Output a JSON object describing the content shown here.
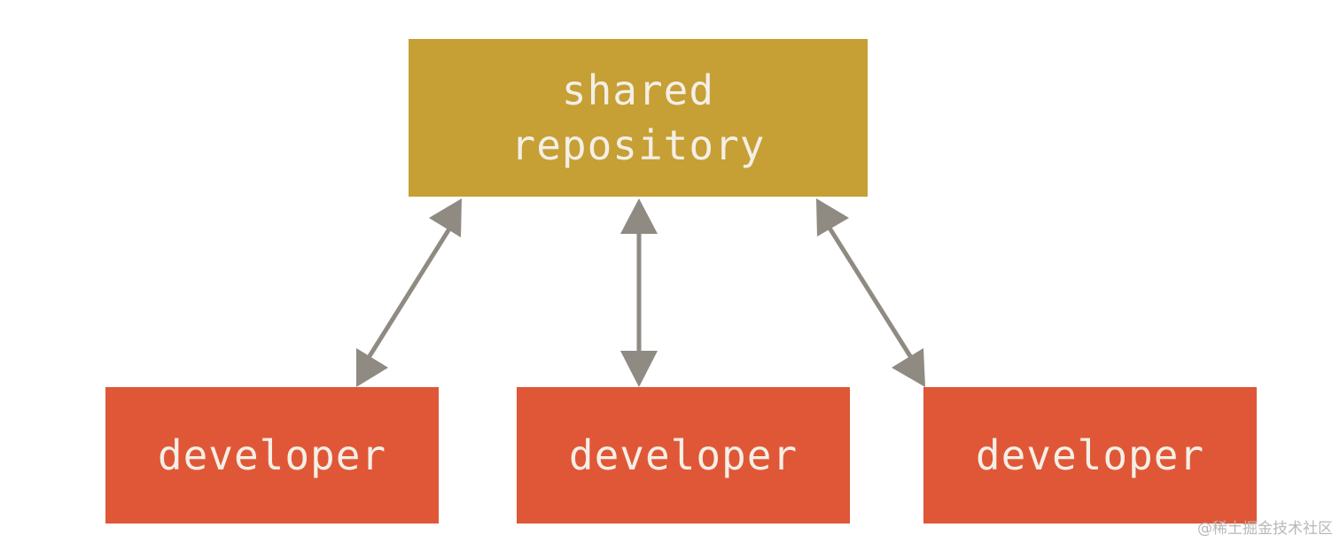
{
  "repository": {
    "line1": "shared",
    "line2": "repository"
  },
  "developers": [
    {
      "label": "developer"
    },
    {
      "label": "developer"
    },
    {
      "label": "developer"
    }
  ],
  "watermark": "@稀土掘金技术社区",
  "colors": {
    "repository_fill": "#c69f35",
    "developer_fill": "#e05737",
    "arrow": "#8f8a82",
    "label_text": "#f4efe6"
  },
  "connections": [
    {
      "from": "developer-1",
      "to": "shared-repository",
      "direction": "bidirectional"
    },
    {
      "from": "developer-2",
      "to": "shared-repository",
      "direction": "bidirectional"
    },
    {
      "from": "developer-3",
      "to": "shared-repository",
      "direction": "bidirectional"
    }
  ]
}
